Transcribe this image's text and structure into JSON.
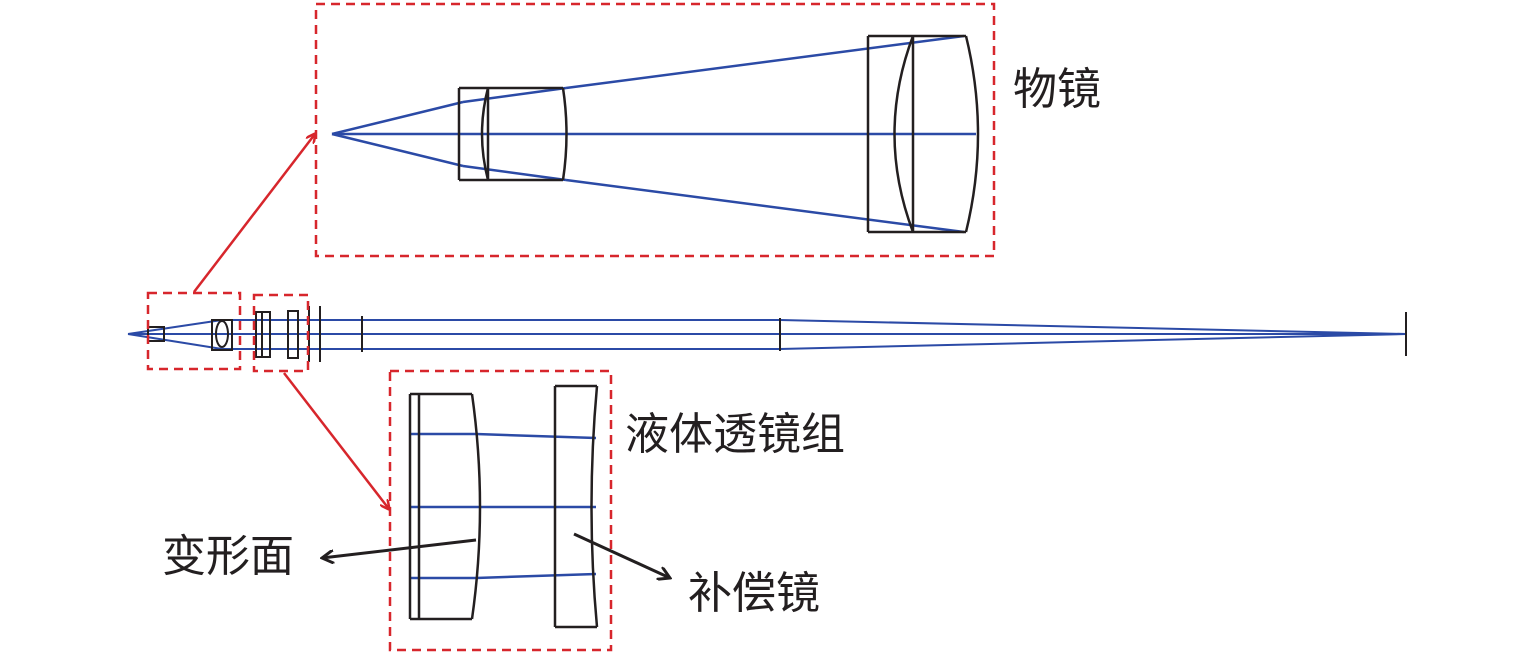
{
  "labels": {
    "objective": "物镜",
    "liquid_lens_group": "液体透镜组",
    "deformable_surface": "变形面",
    "compensating_lens": "补偿镜"
  },
  "colors": {
    "ray": "#2b4aa6",
    "lens": "#231f20",
    "callout": "#d7262c",
    "text": "#231f20"
  }
}
